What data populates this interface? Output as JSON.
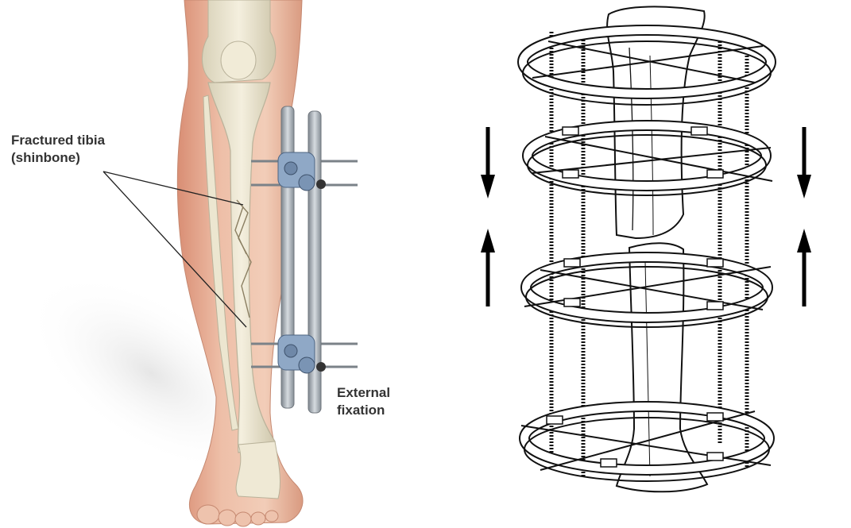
{
  "labels": {
    "fractured_tibia_line1": "Fractured tibia",
    "fractured_tibia_line2": "(shinbone)",
    "external_fixation_line1": "External",
    "external_fixation_line2": "fixation"
  },
  "colors": {
    "skin": "#e9b9a3",
    "skin_shadow": "#d99a80",
    "bone": "#e8e2cc",
    "bone_outline": "#b9b29a",
    "metal": "#9ea6ae",
    "clamp": "#7f98b6",
    "ink": "#111111",
    "label_text": "#333333"
  },
  "icons": {
    "compression_arrows": [
      "arrow-down-icon",
      "arrow-up-icon"
    ]
  }
}
